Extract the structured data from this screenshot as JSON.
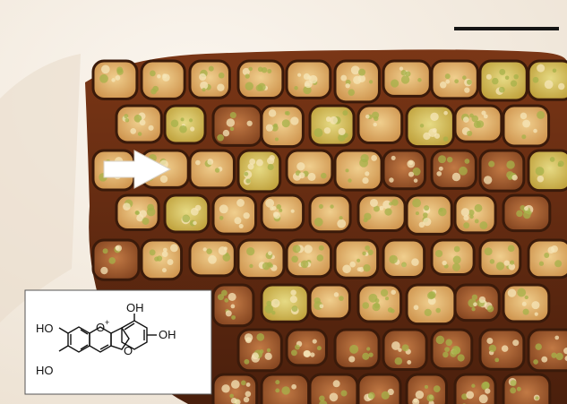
{
  "micrograph": {
    "subject": "plant-tissue-cells",
    "colors": {
      "background": "#f1ebe2",
      "cell_wall": "#5a2a12",
      "cell_fill_warm": "#d9a05a",
      "cell_fill_yellow": "#cfb54a",
      "cell_fill_dark": "#8a4a24"
    }
  },
  "structure": {
    "atoms": {
      "ho_top": "HO",
      "ho_bottom": "HO",
      "oh_top": "OH",
      "oh_right": "OH",
      "o_ring": "O",
      "o_plus_sign": "+",
      "o_furan": "O"
    }
  },
  "indicator": {
    "arrow_icon": "right-arrow-icon",
    "scale_bar_icon": "scale-bar-icon"
  }
}
